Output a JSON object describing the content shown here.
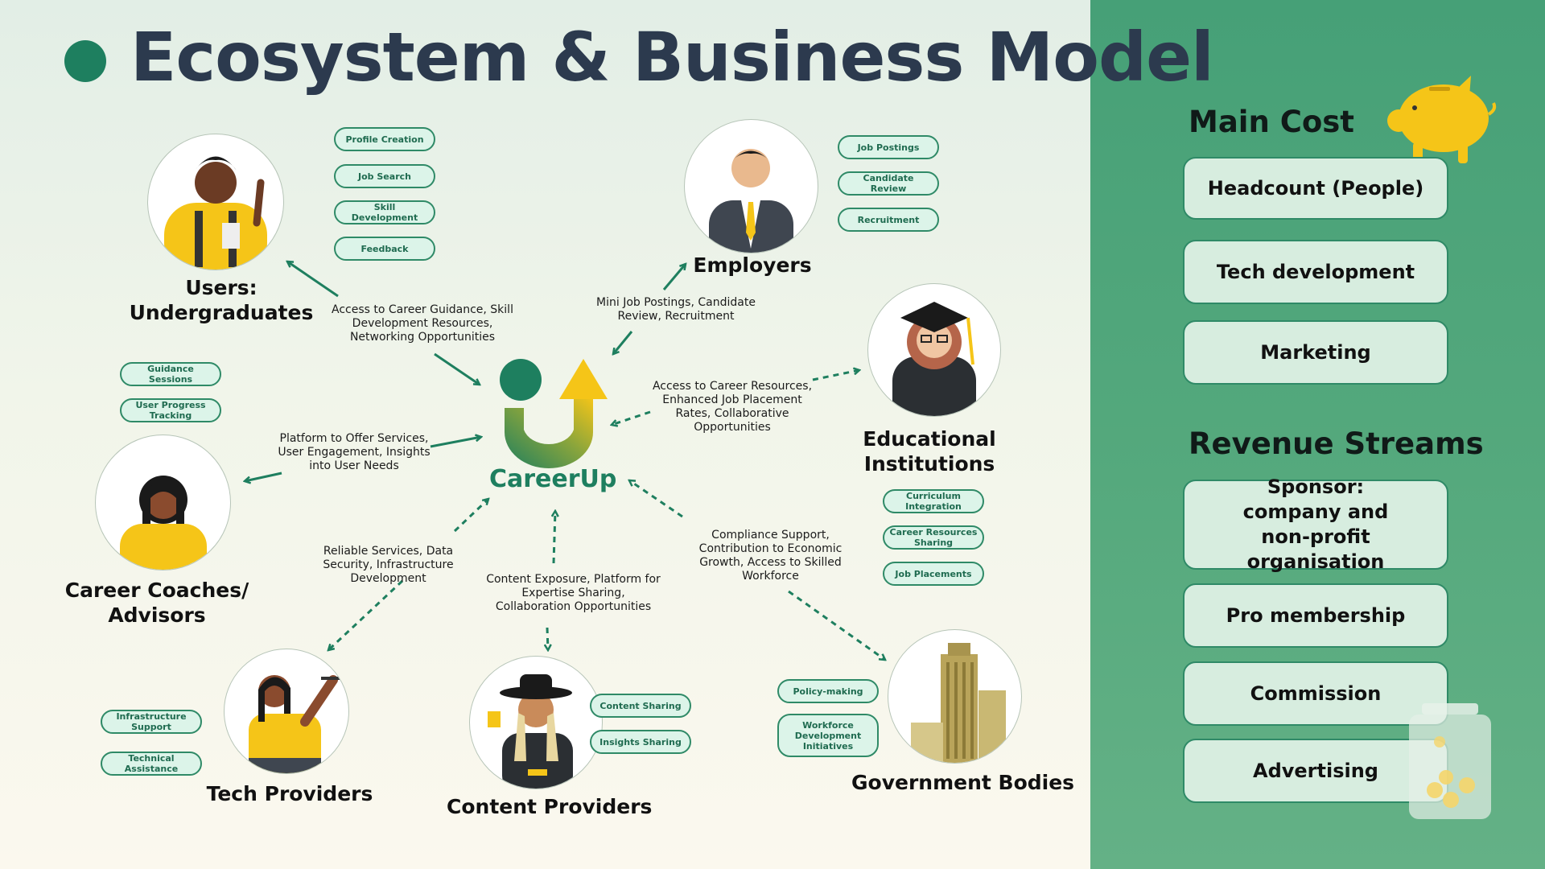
{
  "title": "Ecosystem & Business Model",
  "brand": "CareerUp",
  "colors": {
    "accent": "#1e7f5f",
    "panel": "#4fa67a",
    "pill_bg": "#dcf4e9",
    "yellow": "#f5c518"
  },
  "users": {
    "label": "Users:\nUndergraduates",
    "pills": [
      "Profile Creation",
      "Job Search",
      "Skill Development",
      "Feedback"
    ],
    "flow_note": "Access to Career Guidance, Skill Development Resources, Networking Opportunities"
  },
  "employers": {
    "label": "Employers",
    "pills": [
      "Job Postings",
      "Candidate Review",
      "Recruitment"
    ],
    "flow_note": "Mini Job Postings, Candidate Review, Recruitment"
  },
  "education": {
    "label": "Educational\nInstitutions",
    "pills": [
      "Curriculum Integration",
      "Career Resources Sharing",
      "Job Placements"
    ],
    "flow_note": "Access to Career Resources, Enhanced Job Placement Rates, Collaborative Opportunities"
  },
  "coaches": {
    "label": "Career Coaches/\nAdvisors",
    "pills": [
      "Guidance Sessions",
      "User Progress Tracking"
    ],
    "flow_note": "Platform to Offer Services, User Engagement, Insights into User Needs"
  },
  "tech": {
    "label": "Tech Providers",
    "pills": [
      "Infrastructure Support",
      "Technical Assistance"
    ],
    "flow_note": "Reliable Services, Data Security, Infrastructure Development"
  },
  "content": {
    "label": "Content Providers",
    "pills": [
      "Content Sharing",
      "Insights Sharing"
    ],
    "flow_note": "Content Exposure, Platform for Expertise Sharing, Collaboration Opportunities"
  },
  "government": {
    "label": "Government Bodies",
    "pills": [
      "Policy-making",
      "Workforce Development Initiatives"
    ],
    "flow_note": "Compliance Support, Contribution to Economic Growth, Access to Skilled Workforce"
  },
  "main_cost": {
    "heading": "Main Cost",
    "items": [
      "Headcount (People)",
      "Tech development",
      "Marketing"
    ]
  },
  "revenue": {
    "heading": "Revenue Streams",
    "items": [
      "Sponsor: company and non-profit organisation",
      "Pro membership",
      "Commission",
      "Advertising"
    ]
  }
}
